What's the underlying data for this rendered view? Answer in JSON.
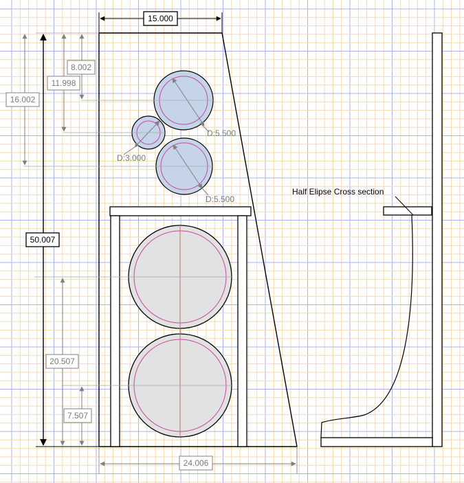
{
  "colors": {
    "grid_minor": "#f3d9b0",
    "grid_major": "#aab4e6",
    "outline": "#000000",
    "driver_fill": "#e2e2e2",
    "tweeter_fill": "#c6d4ea",
    "ring": "#c24a9a",
    "dimension": "#808080",
    "center_line": "#d26a6a"
  },
  "dimensions": {
    "top_width": "15.000",
    "overall_height": "50.007",
    "bottom_width": "24.006",
    "d_8002": "8.002",
    "d_11998": "11.998",
    "d_16002": "16.002",
    "d_20507": "20.507",
    "d_7507": "7.507"
  },
  "drivers": {
    "upper_mid_diameter": "D:5.500",
    "tweeter_diameter": "D:3.000",
    "lower_mid_diameter": "D:5.500"
  },
  "annotations": {
    "cross_section": "Half Elipse Cross section"
  }
}
